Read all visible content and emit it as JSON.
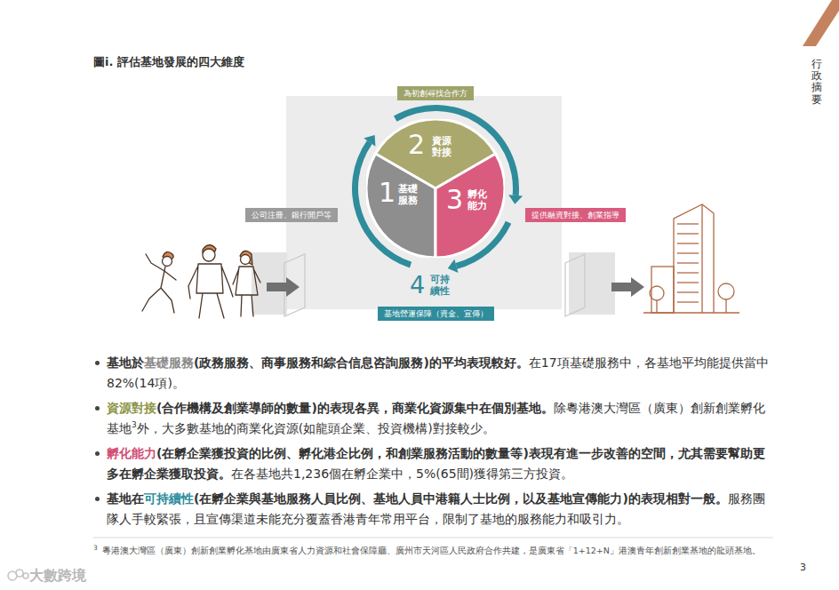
{
  "diagram": {
    "title": "圖i. 評估基地發展的四大維度",
    "nodes": [
      {
        "text": [
          "為初創尋找合作方"
        ]
      },
      {
        "text": [
          "2",
          "資源 對接"
        ]
      },
      {
        "text": [
          "公司注冊、銀行開戶等"
        ]
      },
      {
        "text": [
          "1",
          "基礎 服務"
        ]
      },
      {
        "text": [
          "3",
          "孵化 能力"
        ]
      },
      {
        "text": [
          "提供融資對接、創業指導"
        ]
      },
      {
        "text": [
          "基地營運保障（資金、宣傳）"
        ]
      }
    ],
    "labels": [
      "4",
      "可持 續性",
      "行政摘要",
      "基地於",
      "基礎服務",
      "(政務服務、商事服務和綜合信息咨詢服務)的平均表現較好。",
      "在17項基礎服務中，各基地平均能提供當中82%(14項)。",
      "資源對接",
      "(合作機構及創業導師的數量)的表現各異，商業化資源集中在個別基地。",
      "除粵港澳大灣區（廣東）創新創業孵化基地",
      "3",
      "外，大多數基地的商業化資源(如龍頭企業、投資機構)對接較少。",
      "孵化能力",
      "(在孵企業獲投資的比例、孵化港企比例，和創業服務活動的數量等)表現有進一步改善的空間，尤其需要幫助更多在孵企業獲取投資。",
      "在各基地共1,236個在孵企業中，5%(65間)獲得第三方投資。",
      "基地在",
      "可持續性",
      "(在孵企業與基地服務人員比例、基地人員中港籍人士比例，以及基地宣傳能力)的表現相對一般。",
      "服務團隊人手較緊張，且宣傳渠道未能充分覆蓋香港青年常用平台，限制了基地的服務能力和吸引力。",
      "3",
      "粵港澳大灣區（廣東）創新創業孵化基地由廣東省人力資源和社會保障廳、廣州市天河區人民政府合作共建，是廣東省「1+12+N」港澳青年創新創業基地的龍頭基地。",
      "3",
      "大數跨境"
    ]
  }
}
